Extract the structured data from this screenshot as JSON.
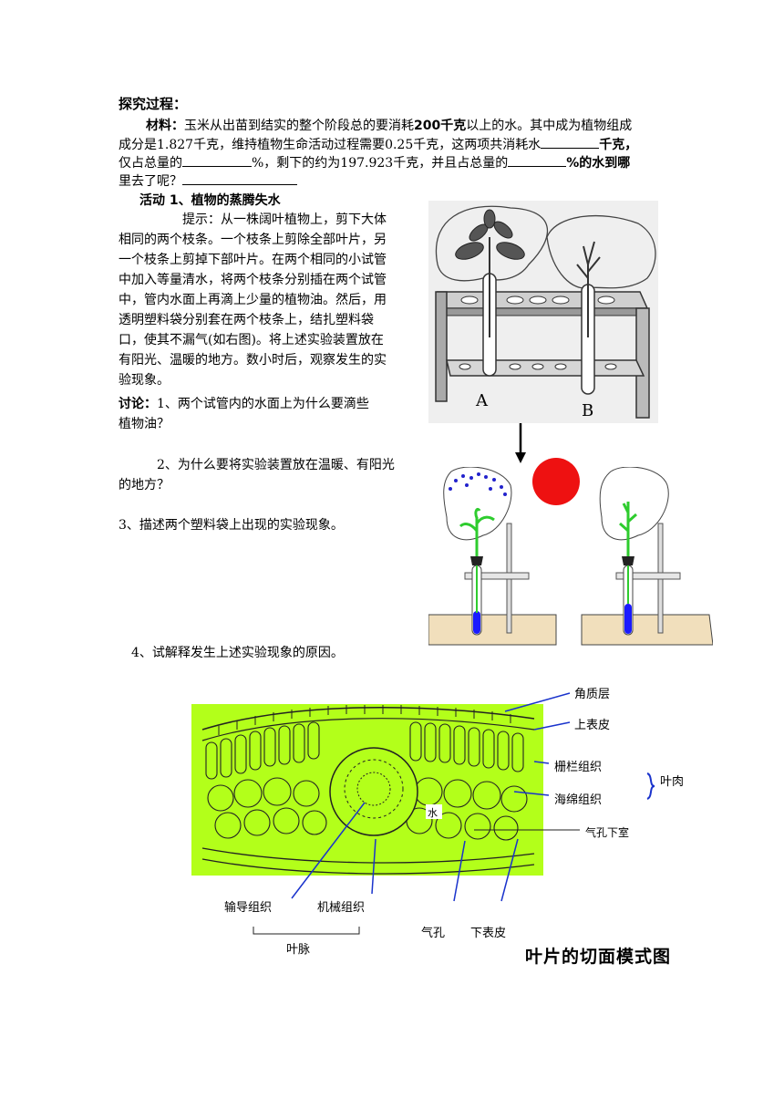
{
  "heading": "探究过程：",
  "material": {
    "label": "材料：",
    "l1": "玉米从出苗到结实的整个阶段总的要消耗",
    "l1_bold": "200千克",
    "l1_end": "以上的水。其中成为植物组成",
    "l2_a": "成分是1.827千克，维持植物生命活动过程需要0.25千克，这两项共消耗水",
    "l2_b": "千克，",
    "l3_a": "仅占总量的",
    "l3_b": "%，剩下的约为197.923千克，并且占总量的",
    "l3_c": "%的水到哪",
    "l4": "里去了呢？"
  },
  "activity": {
    "title": "活动 1、植物的蒸腾失水",
    "hint": [
      "提示：从一株阔叶植物上，剪下大体",
      "相同的两个枝条。一个枝条上剪除全部叶片，另",
      "一个枝条上剪掉下部叶片。在两个相同的小试管",
      "中加入等量清水，将两个枝条分别插在两个试管",
      "中，管内水面上再滴上少量的植物油。然后，用",
      "透明塑料袋分别套在两个枝条上，结扎塑料袋",
      "口，使其不漏气(如右图)。将上述实验装置放在",
      "有阳光、温暖的地方。数小时后，观察发生的实",
      "验现象。"
    ]
  },
  "discussion": {
    "label": "讨论：",
    "q1a": "1、两个试管内的水面上为什么要滴些",
    "q1b": "植物油？",
    "q2a": "2、为什么要将实验装置放在温暖、有阳光",
    "q2b": "的地方？",
    "q3": "3、描述两个塑料袋上出现的实验现象。",
    "q4": "4、试解释发生上述实验现象的原因。"
  },
  "figure_top": {
    "label_a": "A",
    "label_b": "B"
  },
  "leaf_diagram": {
    "cuticle": "角质层",
    "upper_epidermis": "上表皮",
    "palisade": "栅栏组织",
    "spongy": "海绵组织",
    "mesophyll": "叶肉",
    "water": "水",
    "substomatal": "气孔下室",
    "vascular": "输导组织",
    "mechanical": "机械组织",
    "stoma": "气孔",
    "lower_epidermis": "下表皮",
    "vein": "叶脉",
    "caption": "叶片的切面模式图"
  },
  "colors": {
    "leaf_bg": "#b3ff1a",
    "sun": "#ee1111",
    "water": "#1a1aff",
    "label_line": "#1a33cc"
  }
}
